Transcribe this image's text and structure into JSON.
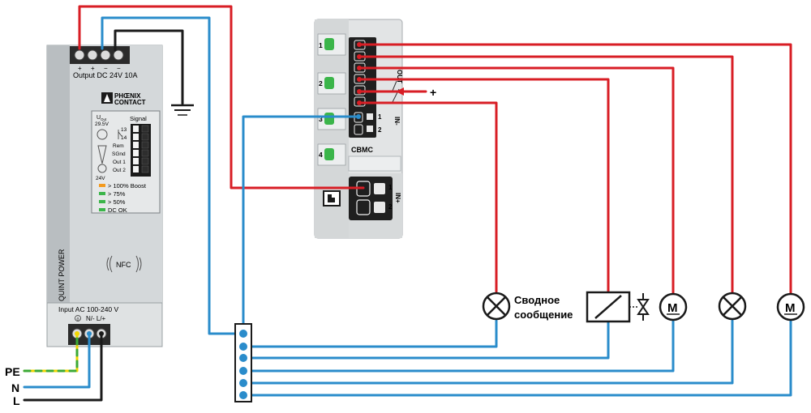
{
  "colors": {
    "live": "#d81e25",
    "neutral": "#2a8ccb",
    "ground_yellow": "#f2d600",
    "ground_green": "#3ba935",
    "black": "#1a1a1a",
    "psu_body": "#c8ccce",
    "cbmc_body": "#e2e4e5",
    "led_green": "#3bb54a",
    "led_orange": "#f39a1e"
  },
  "psu": {
    "output_terminal_signs": [
      "+",
      "+",
      "−",
      "−"
    ],
    "output_label": "Output DC 24V 10A",
    "brand_line1": "PHŒNIX",
    "brand_line2": "CONTACT",
    "uout_label": "U",
    "uout_sub": "Out",
    "uout_value": "29.5V",
    "uout_min": "24V",
    "signal_title": "Signal",
    "signal_rows": [
      "13",
      "14",
      "Rem",
      "SGnd",
      "Out 1",
      "Out 2"
    ],
    "legend": [
      {
        "text": "> 100% Boost",
        "color": "#f39a1e"
      },
      {
        "text": "> 75%",
        "color": "#3bb54a"
      },
      {
        "text": "> 50%",
        "color": "#3bb54a"
      },
      {
        "text": "DC OK",
        "color": "#3bb54a"
      }
    ],
    "nfc_label": "NFC",
    "series_label": "QUINT POWER",
    "input_label": "Input AC 100-240 V",
    "input_terminals_label": "N/- L/+"
  },
  "cbmc": {
    "channels": [
      "1",
      "2",
      "3",
      "4"
    ],
    "model": "CBMC",
    "out_label": "OUT",
    "in_minus_label": "IN-",
    "in_plus_label": "IN+",
    "pin_1": "1",
    "pin_2": "2",
    "plus_sign": "+"
  },
  "mains": {
    "pe": "PE",
    "n": "N",
    "l": "L"
  },
  "loads": {
    "summary_line1": "Сводное",
    "summary_line2": "сообщение",
    "motor": "M"
  }
}
